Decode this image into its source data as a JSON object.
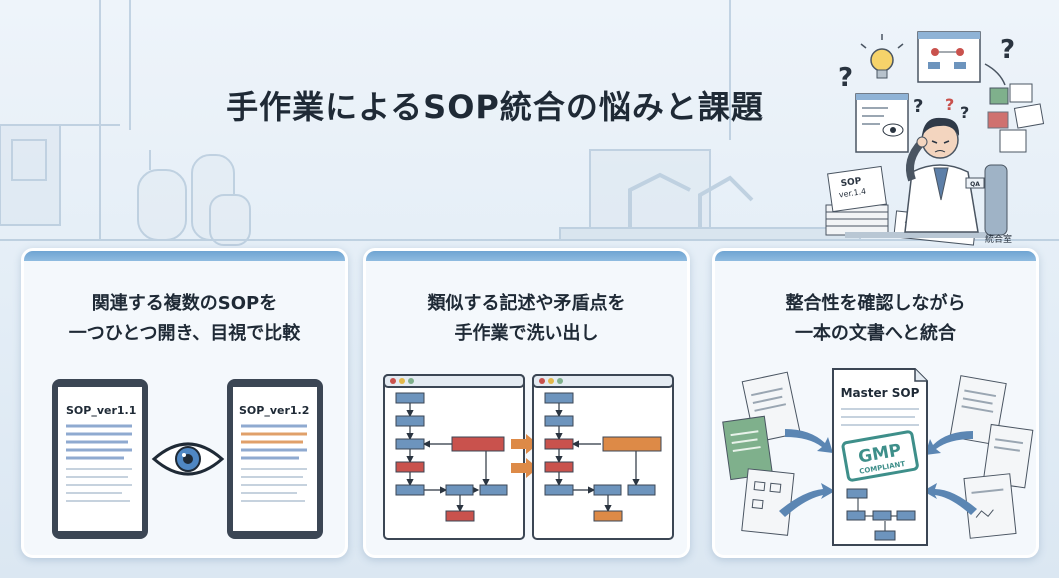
{
  "title": "手作業によるSOP統合の悩みと課題",
  "colors": {
    "accent_blue": "#6fa4d2",
    "flow_blue": "#6d94bd",
    "flow_red": "#c9524d",
    "flow_orange": "#dd8a47",
    "doc_green": "#7fb08c",
    "gmp_teal": "#3e8f8a"
  },
  "illustration": {
    "doc_label_line1": "SOP",
    "doc_label_line2": "ver.1.4",
    "room_label": "統合室",
    "coat_badge": "QA"
  },
  "panels": [
    {
      "title_line1": "関連する複数のSOPを",
      "title_line2": "一つひとつ開き、目視で比較",
      "left_doc_label": "SOP_ver1.1",
      "right_doc_label": "SOP_ver1.2",
      "icon": "eye-icon"
    },
    {
      "title_line1": "類似する記述や矛盾点を",
      "title_line2": "手作業で洗い出し",
      "icon": "flowchart-compare"
    },
    {
      "title_line1": "整合性を確認しながら",
      "title_line2": "一本の文書へと統合",
      "master_label": "Master SOP",
      "badge_main": "GMP",
      "badge_sub": "COMPLIANT"
    }
  ]
}
